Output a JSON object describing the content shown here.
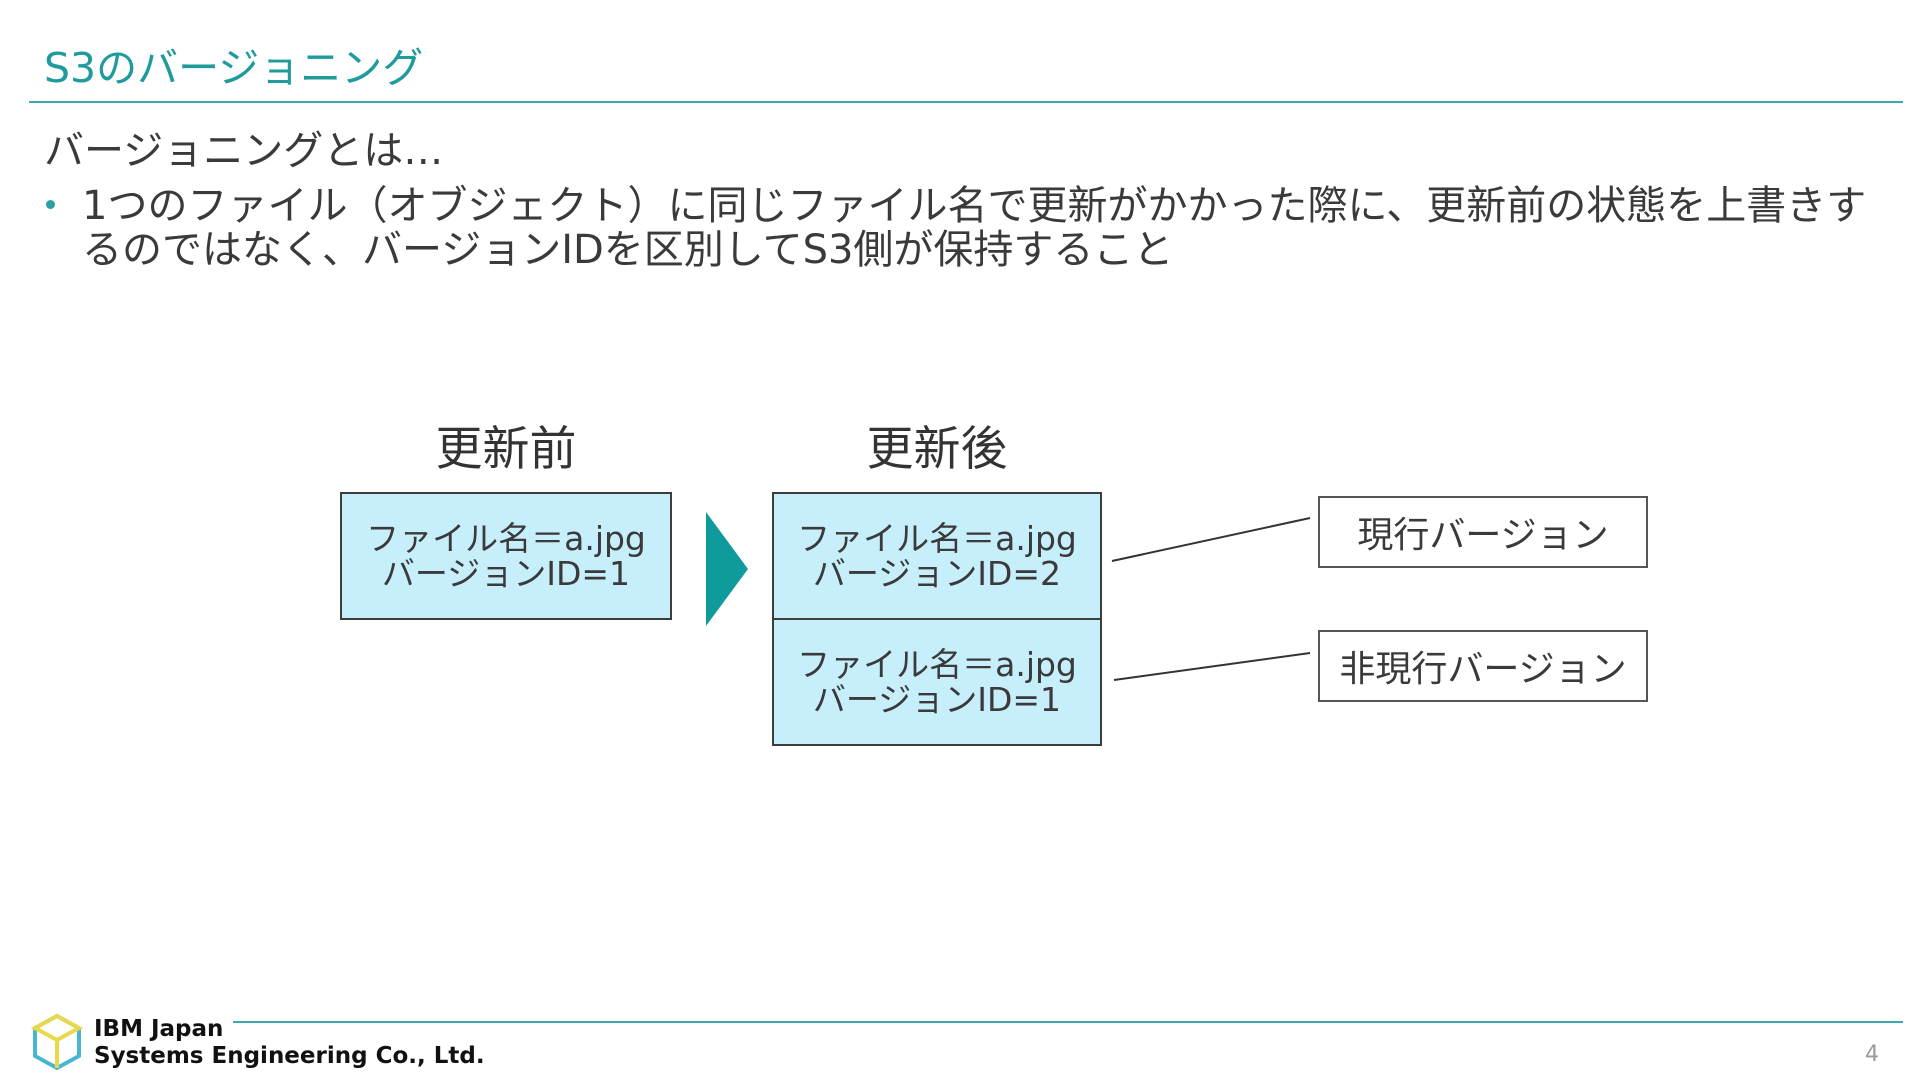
{
  "slide": {
    "title": "S3のバージョニング",
    "subheading": "バージョニングとは…",
    "bullet": "1つのファイル（オブジェクト）に同じファイル名で更新がかかった際に、更新前の状態を上書きするのではなく、バージョンIDを区別してS3側が保持すること",
    "page_number": "4"
  },
  "diagram": {
    "before_label": "更新前",
    "after_label": "更新後",
    "before_box": {
      "line1": "ファイル名＝a.jpg",
      "line2": "バージョンID=1"
    },
    "after_box_top": {
      "line1": "ファイル名＝a.jpg",
      "line2": "バージョンID=2"
    },
    "after_box_bottom": {
      "line1": "ファイル名＝a.jpg",
      "line2": "バージョンID=1"
    },
    "current_version_label": "現行バージョン",
    "noncurrent_version_label": "非現行バージョン"
  },
  "footer": {
    "company_line1": "IBM Japan",
    "company_line2": "Systems Engineering Co., Ltd."
  },
  "colors": {
    "accent": "#1f9a9d",
    "rule": "#3aa9b0",
    "box_fill": "#c7eefb",
    "arrow": "#0f9b9c"
  }
}
